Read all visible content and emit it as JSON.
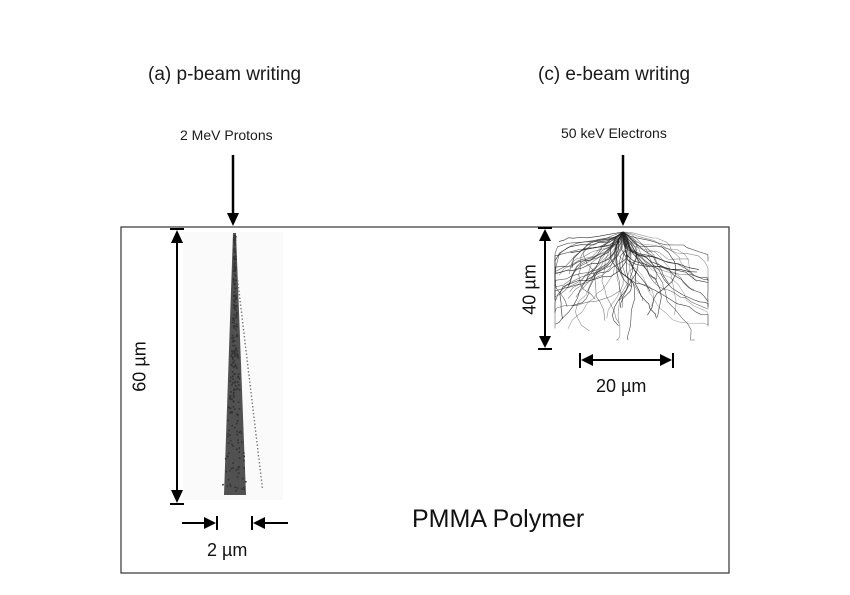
{
  "diagram": {
    "title_left": "(a) p-beam writing",
    "title_right": "(c) e-beam writing",
    "beam_left": "2 MeV Protons",
    "beam_right": "50 keV Electrons",
    "depth_left": "60 µm",
    "width_left": "2 µm",
    "depth_right": "40 µm",
    "width_right": "20 µm",
    "material": "PMMA Polymer",
    "colors": {
      "line": "#000000",
      "border": "#333333",
      "proton_track": "#333333",
      "electron_track": "#222222",
      "track_bg": "#fafafa"
    }
  }
}
